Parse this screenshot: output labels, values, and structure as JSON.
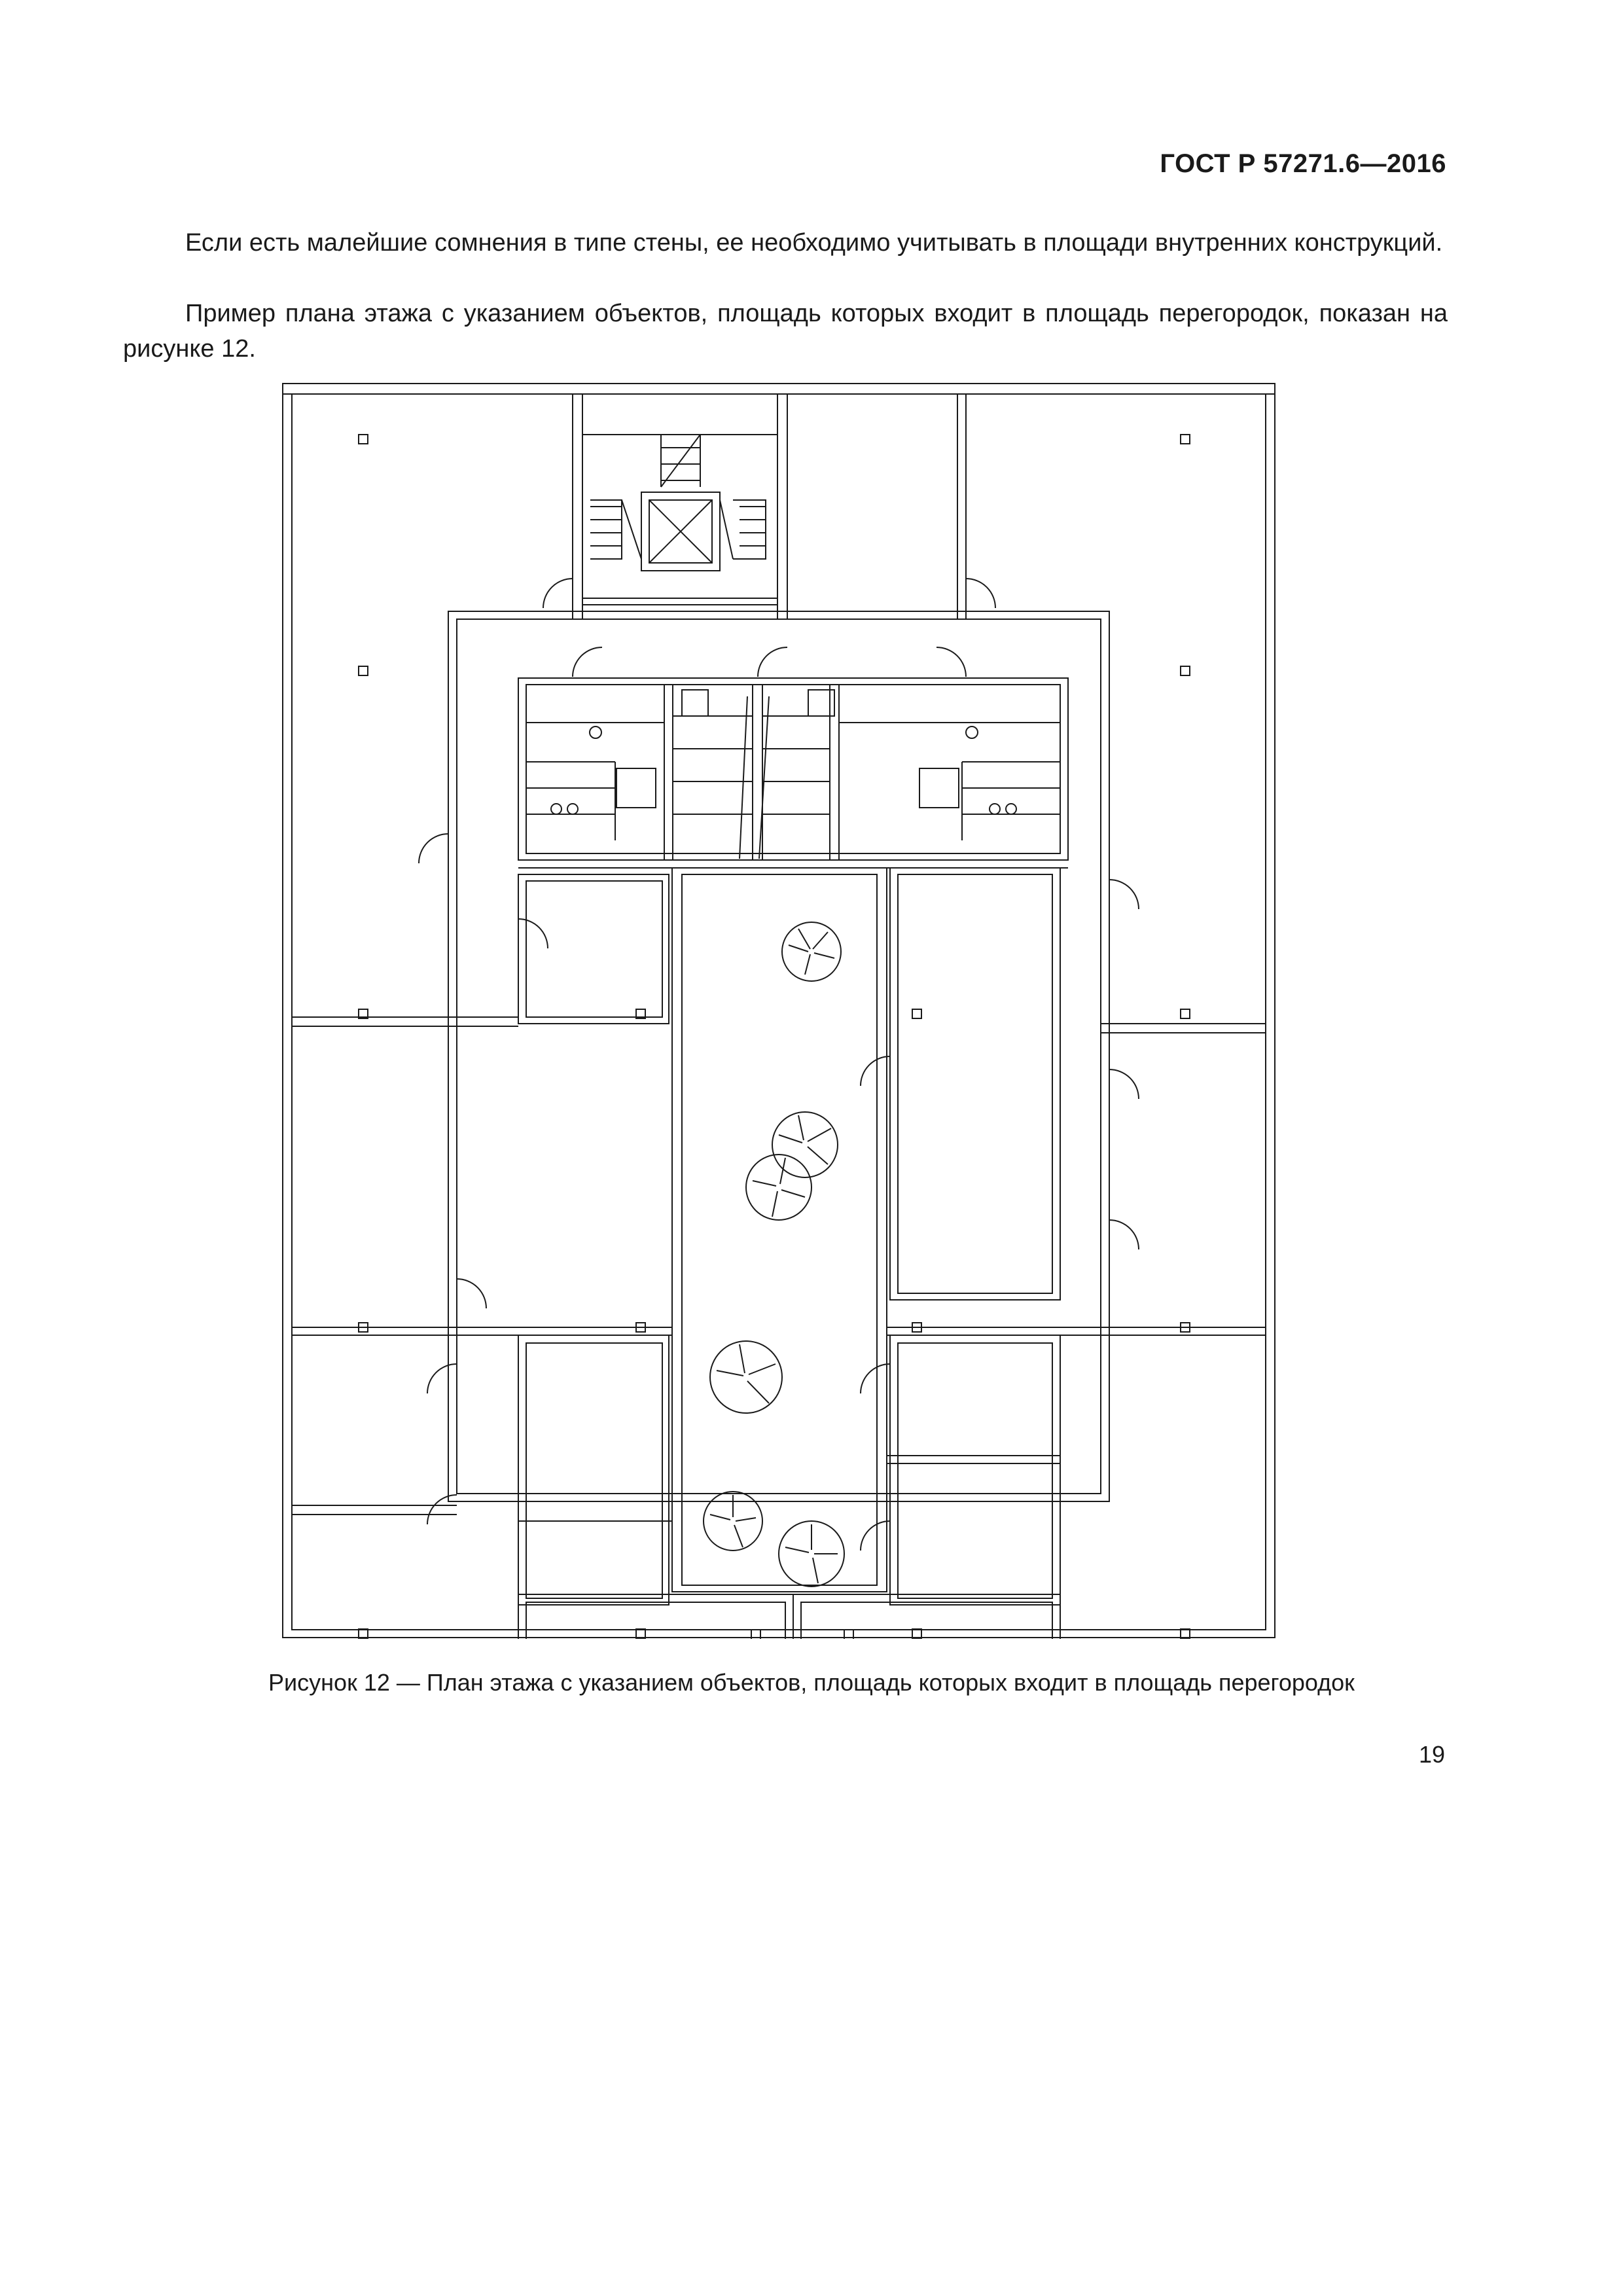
{
  "header": {
    "doc_code": "ГОСТ Р 57271.6—2016"
  },
  "body": {
    "paragraph_1": "Если есть малейшие сомнения в типе стены, ее необходимо учитывать в площади внутренних конструкций.",
    "paragraph_2": "Пример плана этажа с указанием объектов, площадь которых входит в площадь перегородок, показан на рисунке 12."
  },
  "figure": {
    "caption": "Рисунок 12 — План этажа с указанием объектов, площадь которых входит в площадь перегородок",
    "line_color": "#1a1a1a"
  },
  "footer": {
    "page_number": "19"
  }
}
